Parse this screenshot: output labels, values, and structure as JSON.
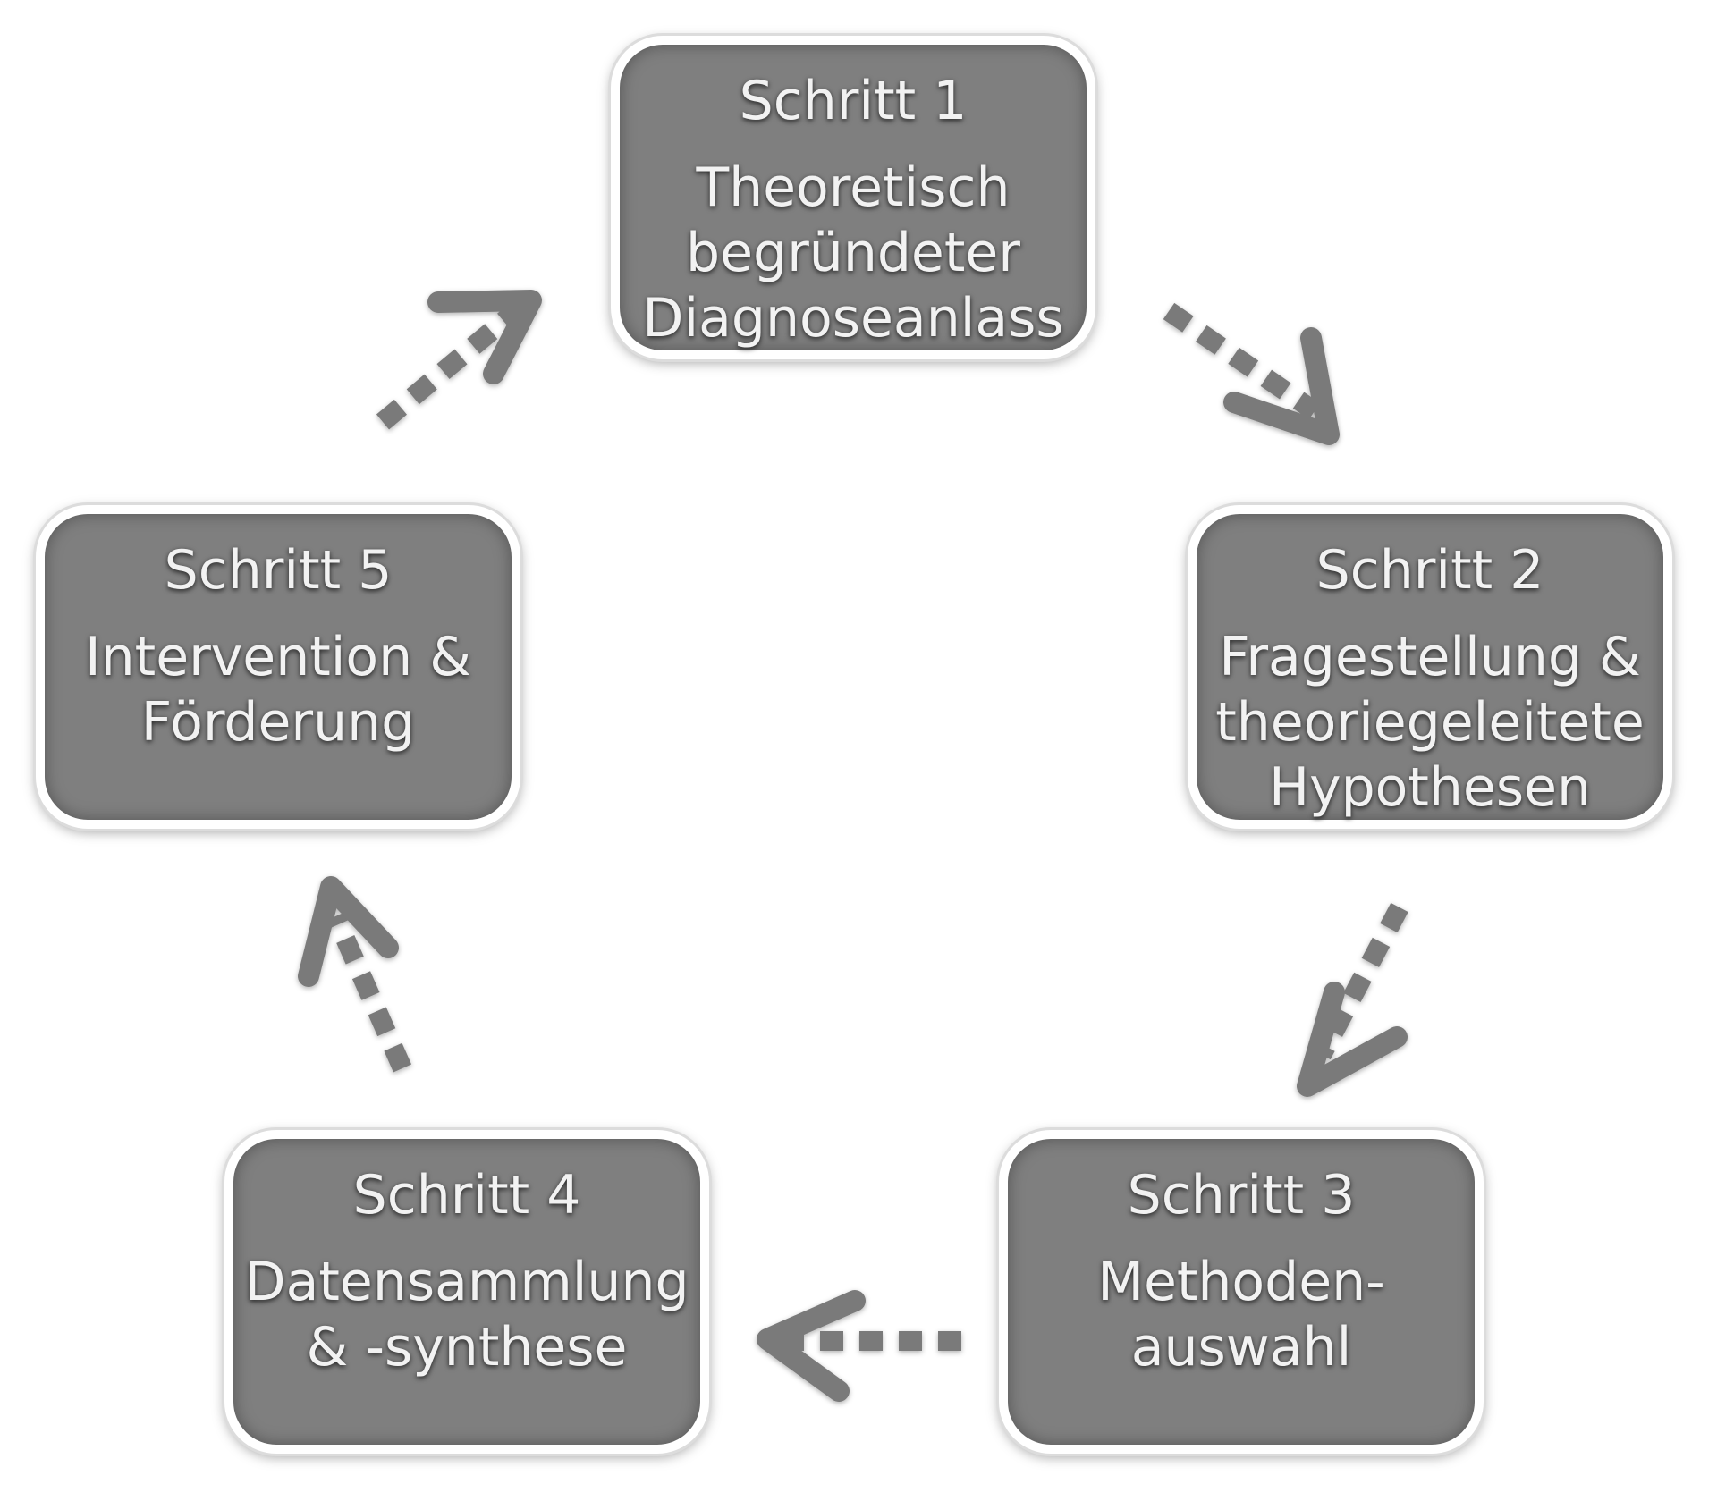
{
  "steps": [
    {
      "id": 1,
      "title": "Schritt 1",
      "text": "Theoretisch\nbegründeter\nDiagnoseanlass"
    },
    {
      "id": 2,
      "title": "Schritt 2",
      "text": "Fragestellung &\ntheoriegeleitete\nHypothesen"
    },
    {
      "id": 3,
      "title": "Schritt 3",
      "text": "Methoden-\nauswahl"
    },
    {
      "id": 4,
      "title": "Schritt 4",
      "text": "Datensammlung\n& -synthese"
    },
    {
      "id": 5,
      "title": "Schritt 5",
      "text": "Intervention &\nFörderung"
    }
  ],
  "connections": [
    {
      "from": 1,
      "to": 2
    },
    {
      "from": 2,
      "to": 3
    },
    {
      "from": 3,
      "to": 4
    },
    {
      "from": 4,
      "to": 5
    },
    {
      "from": 5,
      "to": 1
    }
  ],
  "colors": {
    "box_fill": "#7f7f7f",
    "box_border": "#ffffff",
    "text": "#f2f2f2",
    "arrow": "#7a7a7a",
    "background": "#ffffff"
  }
}
